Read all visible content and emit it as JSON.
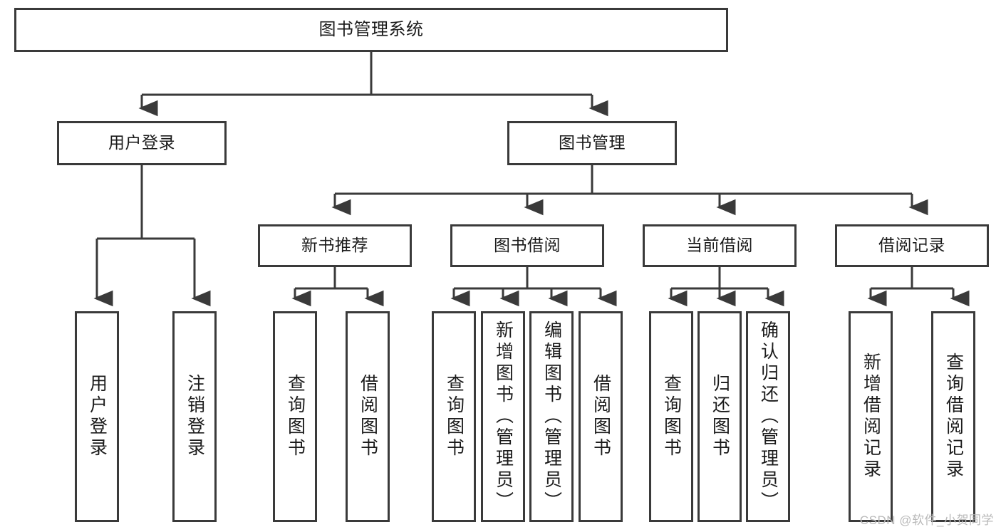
{
  "diagram": {
    "title": "图书管理系统",
    "watermark": "CSDN @软件_小贺同学",
    "colors": {
      "stroke": "#3a3a3a",
      "fill": "#ffffff",
      "text": "#1b1b1b",
      "watermark": "#b9b9b9"
    },
    "levels": {
      "root": {
        "label": "图书管理系统"
      },
      "level2": [
        {
          "label": "用户登录"
        },
        {
          "label": "图书管理"
        }
      ],
      "level3": [
        {
          "label": "新书推荐"
        },
        {
          "label": "图书借阅"
        },
        {
          "label": "当前借阅"
        },
        {
          "label": "借阅记录"
        }
      ],
      "leaves": {
        "user_login": [
          {
            "label": "用户登录"
          },
          {
            "label": "注销登录"
          }
        ],
        "new_book_recommend": [
          {
            "label": "查询图书"
          },
          {
            "label": "借阅图书"
          }
        ],
        "book_borrow": [
          {
            "label": "查询图书"
          },
          {
            "label": "新增图书（管理员）"
          },
          {
            "label": "编辑图书（管理员）"
          },
          {
            "label": "借阅图书"
          }
        ],
        "current_borrow": [
          {
            "label": "查询图书"
          },
          {
            "label": "归还图书"
          },
          {
            "label": "确认归还（管理员）"
          }
        ],
        "borrow_record": [
          {
            "label": "新增借阅记录"
          },
          {
            "label": "查询借阅记录"
          }
        ]
      }
    }
  }
}
